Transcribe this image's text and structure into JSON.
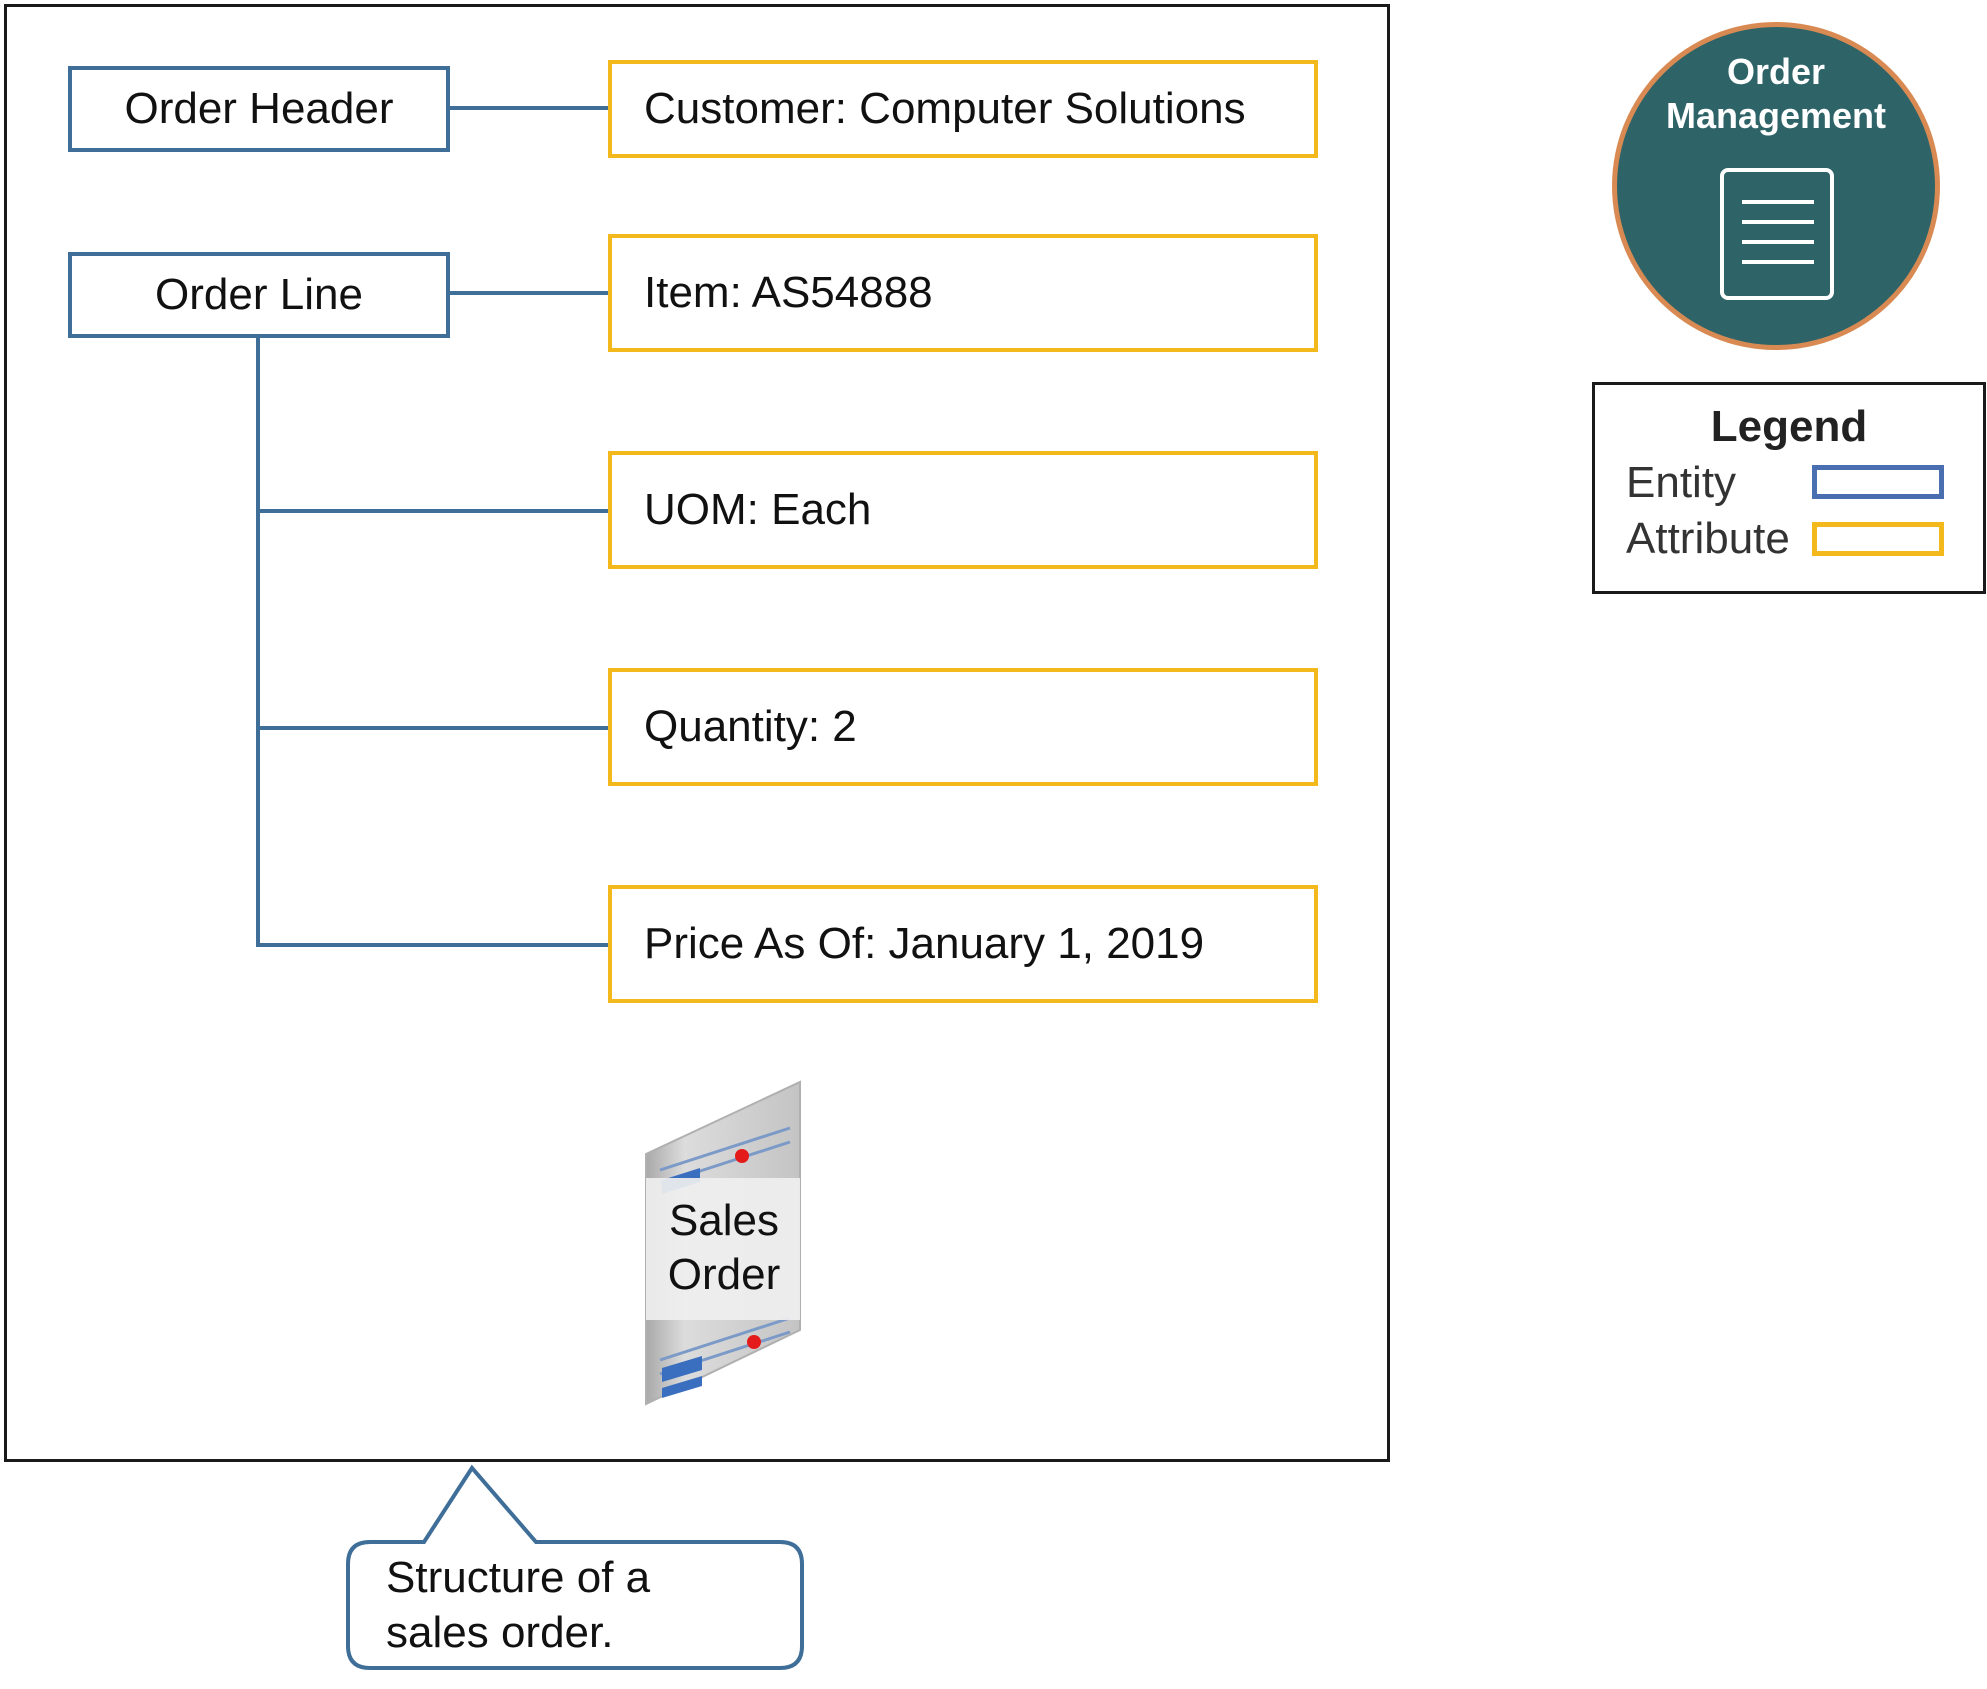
{
  "entities": {
    "order_header": "Order Header",
    "order_line": "Order Line"
  },
  "attributes": {
    "customer": "Customer: Computer Solutions",
    "item": "Item: AS54888",
    "uom": "UOM: Each",
    "quantity": "Quantity: 2",
    "price_as_of": "Price As Of: January 1, 2019"
  },
  "sales_order_icon": {
    "line1": "Sales",
    "line2": "Order"
  },
  "callout": {
    "line1": "Structure of a",
    "line2": "sales order."
  },
  "badge": {
    "line1": "Order",
    "line2": "Management",
    "icon": "document-list-icon"
  },
  "legend": {
    "title": "Legend",
    "entity_label": "Entity",
    "attribute_label": "Attribute"
  },
  "colors": {
    "entity_border": "#3f6f98",
    "attribute_border": "#f3b81c",
    "connector": "#3f6f98",
    "badge_fill": "#2e6468",
    "badge_ring": "#d98a52"
  }
}
